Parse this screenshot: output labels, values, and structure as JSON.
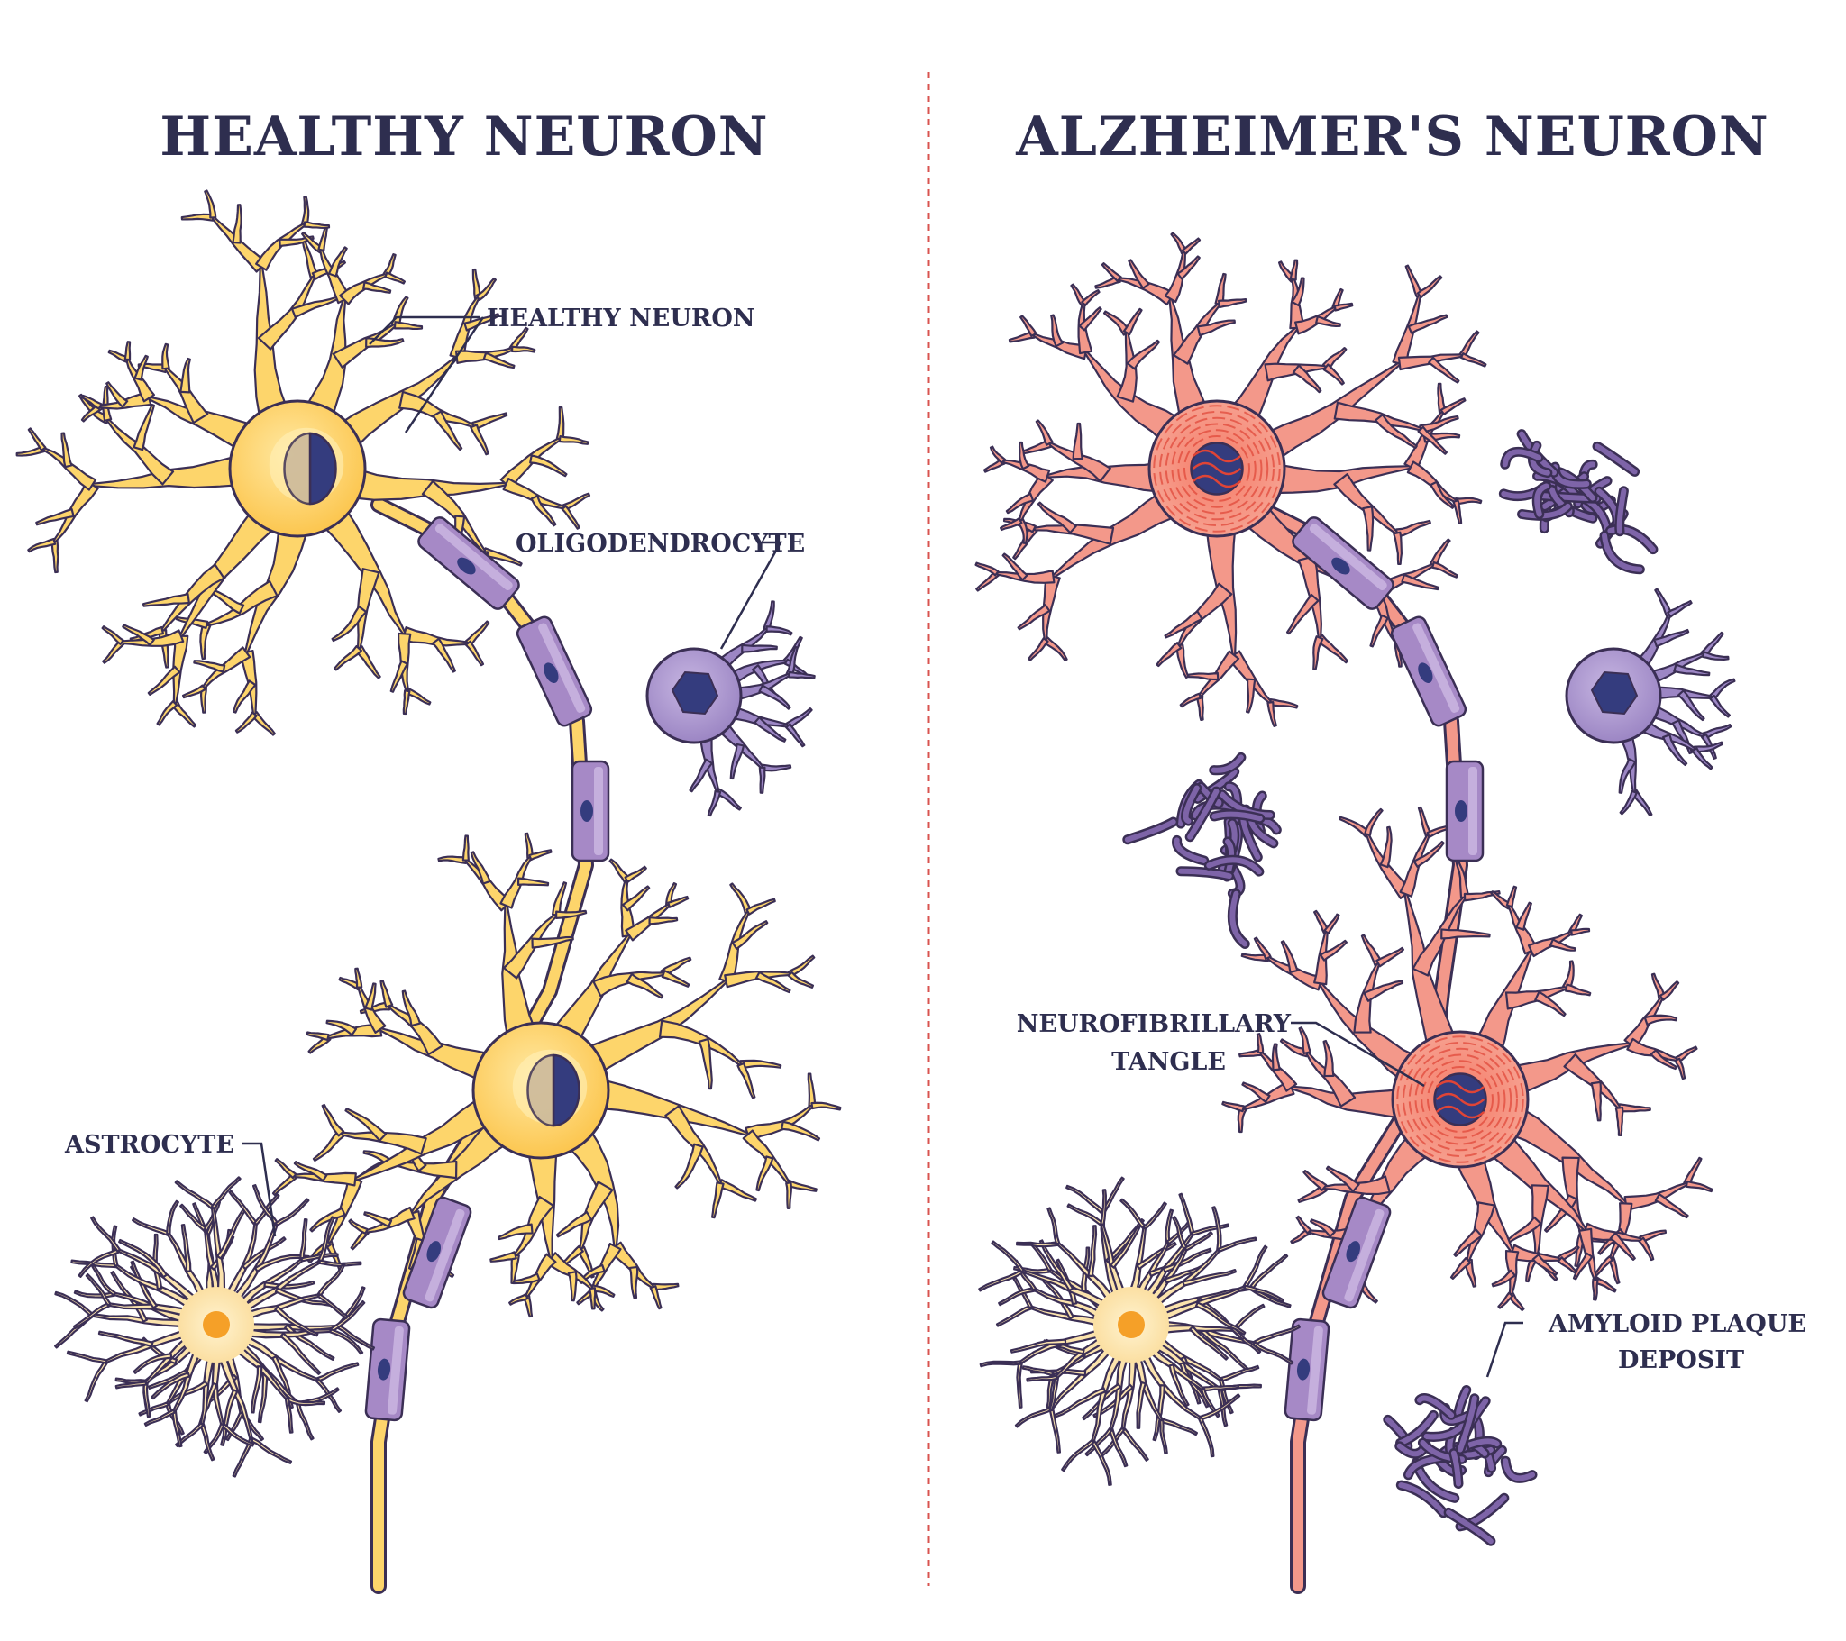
{
  "panels": {
    "left_title": "HEALTHY NEURON",
    "right_title": "ALZHEIMER'S NEURON"
  },
  "labels": {
    "healthy_neuron": "HEALTHY NEURON",
    "oligodendrocyte": "OLIGODENDROCYTE",
    "astrocyte": "ASTROCYTE",
    "tangle_line1": "NEUROFIBRILLARY",
    "tangle_line2": "TANGLE",
    "plaque_line1": "AMYLOID PLAQUE",
    "plaque_line2": "DEPOSIT"
  },
  "colors": {
    "outline": "#3b2f55",
    "healthy_body": "#fdd56b",
    "healthy_highlight": "#fff0b8",
    "diseased_body": "#f3988a",
    "diseased_highlight": "#fbc7b9",
    "tangle": "#e04436",
    "nucleus": "#343c7e",
    "myelin": "#a689c6",
    "myelin_light": "#c9b4df",
    "oligo": "#9c86c4",
    "plaque": "#7e64a8",
    "astrocyte": "#fbe3ad",
    "astro_core": "#f5a028",
    "divider": "#d9534f",
    "text": "#2e2e4f"
  }
}
